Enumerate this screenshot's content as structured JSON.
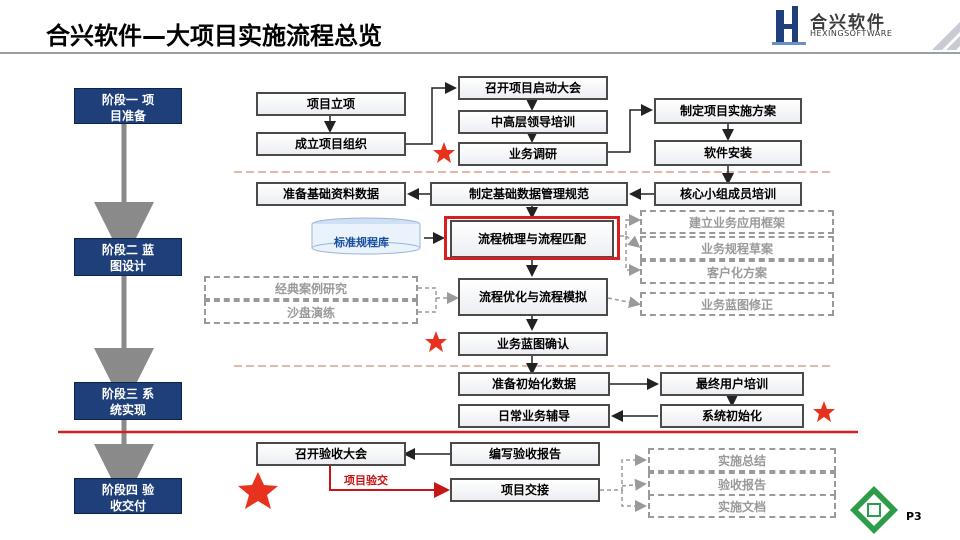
{
  "title": "合兴软件—大项目实施流程总览",
  "logo": {
    "cn": "合兴软件",
    "en": "HEXINGSOFTWARE"
  },
  "stages": [
    {
      "line1": "阶段一  项",
      "line2": "目准备"
    },
    {
      "line1": "阶段二  蓝",
      "line2": "图设计"
    },
    {
      "line1": "阶段三  系",
      "line2": "统实现"
    },
    {
      "line1": "阶段四  验",
      "line2": "收交付"
    }
  ],
  "boxes": {
    "project_setup": "项目立项",
    "team_setup": "成立项目组织",
    "kickoff": "召开项目启动大会",
    "mid_training": "中高层领导培训",
    "survey": "业务调研",
    "impl_plan": "制定项目实施方案",
    "software_install": "软件安装",
    "core_training": "核心小组成员培训",
    "base_data_prep": "准备基础资料数据",
    "base_data_rules": "制定基础数据管理规范",
    "process_sort": "流程梳理与流程匹配",
    "process_opt": "流程优化与流程模拟",
    "blueprint_confirm": "业务蓝图确认",
    "init_data_prep": "准备初始化数据",
    "end_user_training": "最终用户培训",
    "daily_support": "日常业务辅导",
    "system_init": "系统初始化",
    "accept_meeting": "召开验收大会",
    "write_report": "编写验收报告",
    "handover": "项目交接"
  },
  "dashed_boxes": {
    "app_framework": "建立业务应用框架",
    "process_draft": "业务规程草案",
    "customization": "客户化方案",
    "case_study": "经典案例研究",
    "sandbox": "沙盘演练",
    "blueprint_revise": "业务蓝图修正",
    "impl_summary": "实施总结",
    "accept_report": "验收报告",
    "impl_docs": "实施文档"
  },
  "standard_library": "标准规程库",
  "acceptance_label": "项目验交",
  "page_number": "P3",
  "colors": {
    "stage_bg": "#1f3f7a",
    "star": "#e8321e",
    "red_line": "#d81e1e",
    "highlight": "#d81e1e"
  }
}
